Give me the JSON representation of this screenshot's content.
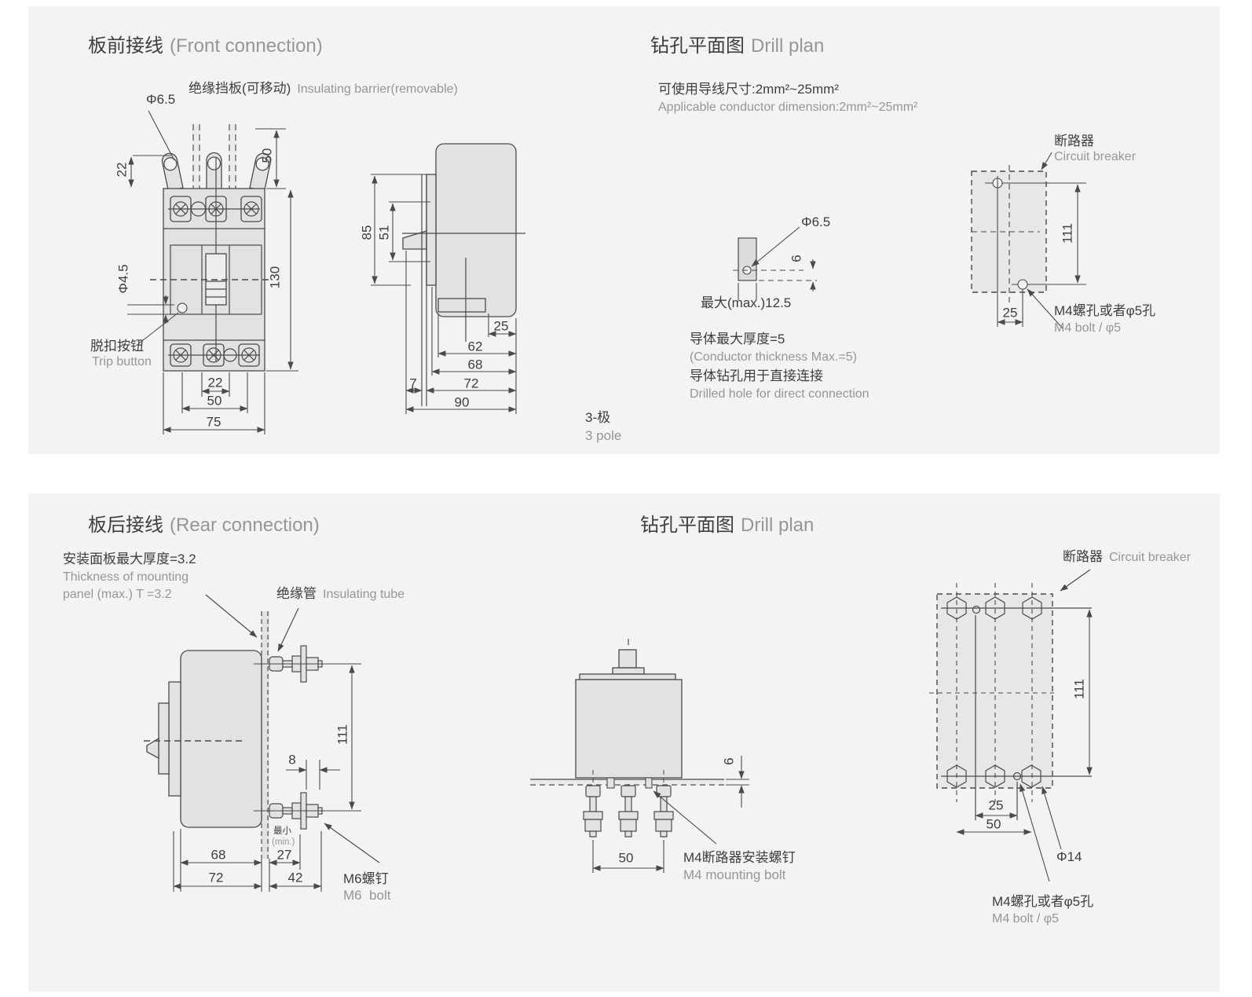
{
  "colors": {
    "panel_bg": "#f3f3f2",
    "shape_fill": "#e2e2e1",
    "line": "#4a4a4a",
    "text_dark": "#3e3e3e",
    "text_gray": "#969696"
  },
  "front": {
    "title_zh": "板前接线",
    "title_en": "(Front connection)",
    "barrier_zh": "绝缘挡板(可移动)",
    "barrier_en": "Insulating barrier(removable)",
    "dia_top": "Φ6.5",
    "dim_tab_h": "22",
    "dim_tab_len": "50",
    "dim_body_h": "130",
    "dia_trip": "Φ4.5",
    "trip_zh": "脱扣按钮",
    "trip_en": "Trip button",
    "dim_b22": "22",
    "dim_b50": "50",
    "dim_b75": "75",
    "side_85": "85",
    "side_51": "51",
    "side_25": "25",
    "side_62": "62",
    "side_68": "68",
    "side_7": "7",
    "side_72": "72",
    "side_90": "90",
    "pole_zh": "3-极",
    "pole_en": "3 pole"
  },
  "front_drill": {
    "title_zh": "钻孔平面图",
    "title_en": "Drill plan",
    "wire_zh": "可使用导线尺寸:2mm²~25mm²",
    "wire_en": "Applicable conductor dimension:2mm²~25mm²",
    "dia": "Φ6.5",
    "dim_6": "6",
    "max_txt": "最大(max.)12.5",
    "cond_zh": "导体最大厚度=5",
    "cond_en": "(Conductor thickness Max.=5)",
    "drill_zh": "导体钻孔用于直接连接",
    "drill_en": "Drilled hole for direct connection",
    "cb_zh": "断路器",
    "cb_en": "Circuit breaker",
    "dim_111": "111",
    "dim_25": "25",
    "m4_zh": "M4螺孔或者φ5孔",
    "m4_en": "M4 bolt / φ5"
  },
  "rear": {
    "title_zh": "板后接线",
    "title_en": "(Rear connection)",
    "mount_zh": "安装面板最大厚度=3.2",
    "mount_en1": "Thickness of mounting",
    "mount_en2": "panel (max.) T =3.2",
    "tube_zh": "绝缘管",
    "tube_en": "Insulating tube",
    "dim_111": "111",
    "dim_8": "8",
    "min_zh": "最小",
    "min_en": "(min.)",
    "dim_27": "27",
    "dim_68": "68",
    "dim_72": "72",
    "dim_42": "42",
    "m6_zh": "M6螺钉",
    "m6_en": "M6  bolt",
    "dim_6": "6",
    "dim_50": "50",
    "m4_zh": "M4断路器安装螺钉",
    "m4_en": "M4 mounting bolt"
  },
  "rear_drill": {
    "title_zh": "钻孔平面图",
    "title_en": "Drill plan",
    "cb_zh": "断路器",
    "cb_en": "Circuit breaker",
    "dim_111": "111",
    "dim_25": "25",
    "dim_50": "50",
    "dia14": "Φ14",
    "m4_zh": "M4螺孔或者φ5孔",
    "m4_en": "M4 bolt / φ5"
  }
}
